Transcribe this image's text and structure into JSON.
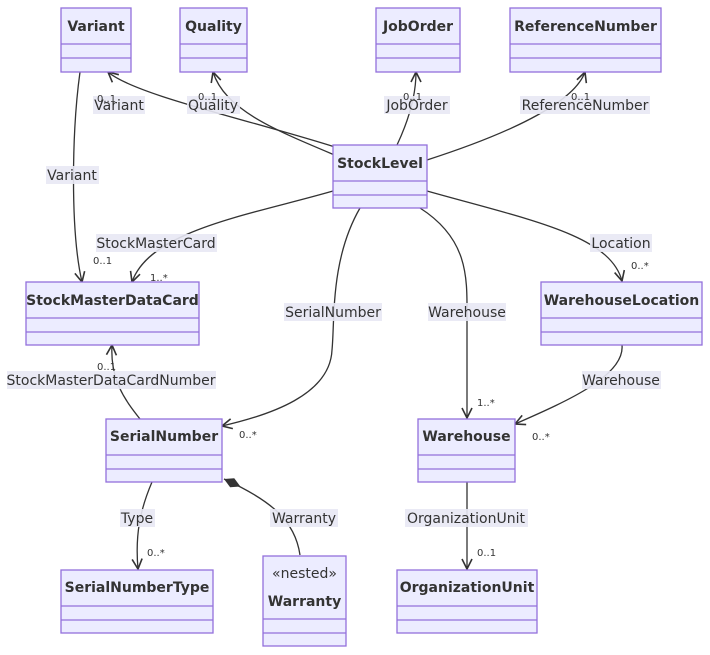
{
  "classes": {
    "variant": {
      "name": "Variant"
    },
    "quality": {
      "name": "Quality"
    },
    "joborder": {
      "name": "JobOrder"
    },
    "refnum": {
      "name": "ReferenceNumber"
    },
    "stocklevel": {
      "name": "StockLevel"
    },
    "smdc": {
      "name": "StockMasterDataCard"
    },
    "whloc": {
      "name": "WarehouseLocation"
    },
    "serial": {
      "name": "SerialNumber"
    },
    "warehouse": {
      "name": "Warehouse"
    },
    "sntype": {
      "name": "SerialNumberType"
    },
    "warranty": {
      "name": "Warranty",
      "stereotype": "«nested»"
    },
    "orgunit": {
      "name": "OrganizationUnit"
    }
  },
  "edges": {
    "sl_variant": {
      "label": "Variant",
      "card": "0..1"
    },
    "sl_quality": {
      "label": "Quality",
      "card": "0..1"
    },
    "sl_joborder": {
      "label": "JobOrder",
      "card": "0..1"
    },
    "sl_refnum": {
      "label": "ReferenceNumber",
      "card": "0..1"
    },
    "variant_smdc": {
      "label": "Variant",
      "card": "0..1"
    },
    "sl_smdc": {
      "label": "StockMasterCard",
      "card": "1..*"
    },
    "sl_whloc": {
      "label": "Location",
      "card": "0..*"
    },
    "sl_serial": {
      "label": "SerialNumber",
      "card": "0..*"
    },
    "sl_warehouse": {
      "label": "Warehouse",
      "card": "1..*"
    },
    "serial_smdc": {
      "label": "StockMasterDataCardNumber",
      "card": "0..1"
    },
    "whloc_warehouse": {
      "label": "Warehouse",
      "card": "0..*"
    },
    "serial_type": {
      "label": "Type",
      "card": "0..*"
    },
    "serial_warranty": {
      "label": "Warranty"
    },
    "warehouse_org": {
      "label": "OrganizationUnit",
      "card": "0..1"
    }
  }
}
